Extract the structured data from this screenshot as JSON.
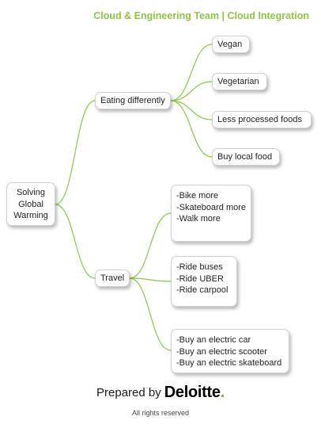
{
  "header": {
    "title": "Cloud & Engineering Team | Cloud Integration"
  },
  "colors": {
    "accent": "#8dc63f",
    "connector": "#8dc63f",
    "logo_dot": "#86bc25"
  },
  "mindmap": {
    "root": {
      "lines": [
        "Solving",
        "Global",
        "Warming"
      ]
    },
    "branches": [
      {
        "label": "Eating differently",
        "children": [
          {
            "lines": [
              "Vegan"
            ]
          },
          {
            "lines": [
              "Vegetarian"
            ]
          },
          {
            "lines": [
              "Less processed foods"
            ]
          },
          {
            "lines": [
              "Buy local food"
            ]
          }
        ]
      },
      {
        "label": "Travel",
        "children": [
          {
            "lines": [
              "-Bike more",
              "-Skateboard more",
              "-Walk more"
            ]
          },
          {
            "lines": [
              "-Ride buses",
              "-Ride UBER",
              "-Ride carpool"
            ]
          },
          {
            "lines": [
              "-Buy an electric car",
              "-Buy an electric scooter",
              "-Buy an electric skateboard"
            ]
          }
        ]
      }
    ]
  },
  "footer": {
    "prepared_by": "Prepared by",
    "logo_text": "Deloitte",
    "logo_dot": ".",
    "rights": "All rights reserved"
  }
}
